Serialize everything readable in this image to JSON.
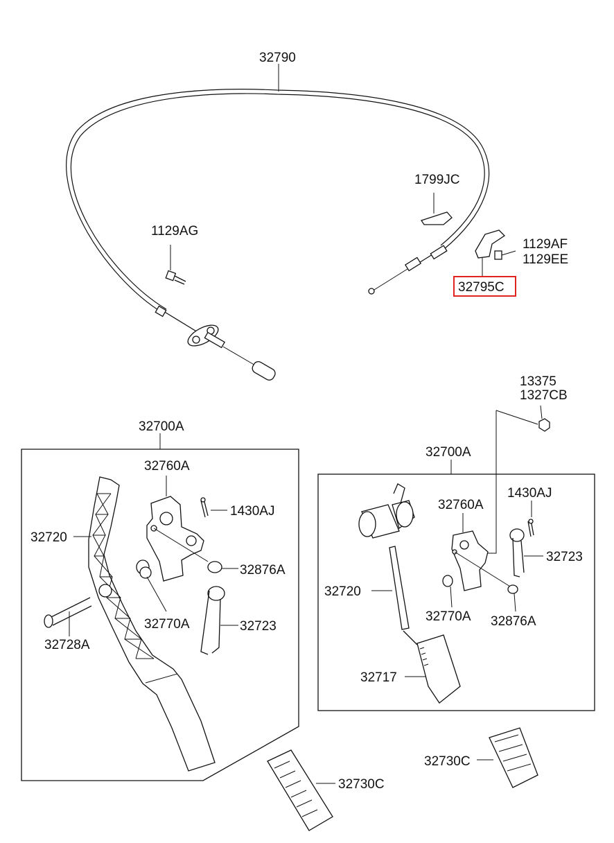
{
  "diagram": {
    "labels": {
      "cable": "32790",
      "bolt_left": "1129AG",
      "clip": "1799JC",
      "bolt_right_a": "1129AF",
      "bolt_right_b": "1129EE",
      "bracket_highlight": "32795C",
      "nut_a": "13375",
      "nut_b": "1327CB",
      "left_assy": "32700A",
      "left_bracket": "32760A",
      "left_pin": "1430AJ",
      "left_pedal": "32720",
      "left_stopper": "32876A",
      "left_bush": "32770A",
      "left_shaft": "32728A",
      "left_spring": "32723",
      "left_pad": "32730C",
      "right_assy": "32700A",
      "right_bracket": "32760A",
      "right_pin": "1430AJ",
      "right_spring": "32723",
      "right_pedal": "32720",
      "right_bush": "32770A",
      "right_stopper": "32876A",
      "right_arm": "32717",
      "right_pad": "32730C"
    },
    "highlight_color": "#e0231c"
  }
}
